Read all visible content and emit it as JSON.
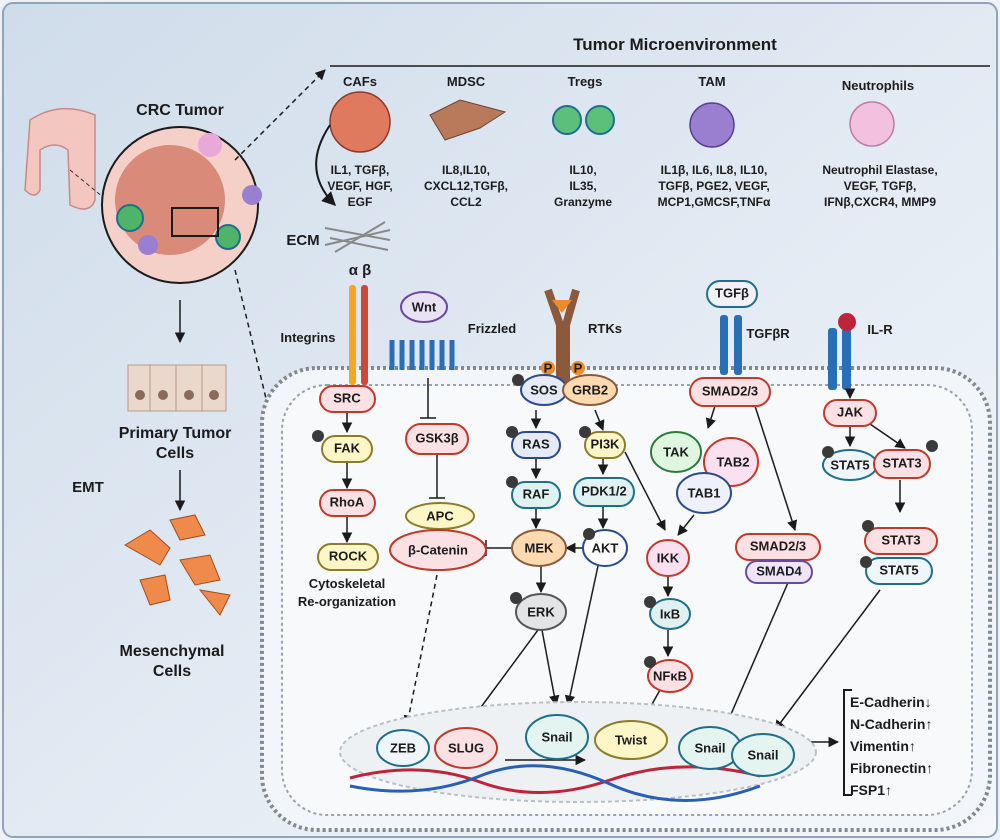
{
  "title": "Tumor Microenvironment",
  "tumor": {
    "label": "CRC Tumor",
    "primary_line1": "Primary Tumor",
    "primary_line2": "Cells",
    "emt": "EMT",
    "mes_line1": "Mesenchymal",
    "mes_line2": "Cells"
  },
  "microenv": [
    {
      "name": "CAFs",
      "lines": [
        "IL1, TGFβ,",
        "VEGF, HGF,",
        "EGF"
      ]
    },
    {
      "name": "MDSC",
      "lines": [
        "IL8,IL10,",
        "CXCL12,TGFβ,",
        "CCL2"
      ]
    },
    {
      "name": "Tregs",
      "lines": [
        "IL10,",
        "IL35,",
        "Granzyme"
      ]
    },
    {
      "name": "TAM",
      "lines": [
        "IL1β, IL6, IL8, IL10,",
        "TGFβ, PGE2, VEGF,",
        "MCP1,GMCSF,TNFα"
      ]
    },
    {
      "name": "Neutrophils",
      "lines": [
        "Neutrophil Elastase,",
        "VEGF, TGFβ,",
        "IFNβ,CXCR4, MMP9"
      ]
    }
  ],
  "ecm": "ECM",
  "receptors": {
    "alpha_beta": "α β",
    "integrins": "Integrins",
    "wnt": "Wnt",
    "frizzled": "Frizzled",
    "rtks": "RTKs",
    "tgfb": "TGFβ",
    "tgfbr": "TGFβR",
    "ilr": "IL-R",
    "p": "P"
  },
  "nodes": {
    "src": "SRC",
    "fak": "FAK",
    "rhoa": "RhoA",
    "rock": "ROCK",
    "gsk3b": "GSK3β",
    "apc": "APC",
    "bcat": "β-Catenin",
    "sos": "SOS",
    "grb2": "GRB2",
    "ras": "RAS",
    "raf": "RAF",
    "mek": "MEK",
    "erk": "ERK",
    "pi3k": "PI3K",
    "pdk": "PDK1/2",
    "akt": "AKT",
    "smad23": "SMAD2/3",
    "tak": "TAK",
    "tab2": "TAB2",
    "tab1": "TAB1",
    "ikk": "IKK",
    "ikb": "IκB",
    "nfkb": "NFκB",
    "smad23b": "SMAD2/3",
    "smad4": "SMAD4",
    "jak": "JAK",
    "stat5": "STAT5",
    "stat3": "STAT3",
    "stat3b": "STAT3",
    "stat5b": "STAT5"
  },
  "cyto_line1": "Cytoskeletal",
  "cyto_line2": "Re-organization",
  "tfs": {
    "zeb": "ZEB",
    "slug": "SLUG",
    "snail1": "Snail",
    "twist": "Twist",
    "snail2": "Snail",
    "snail3": "Snail"
  },
  "markers": [
    "E-Cadherin↓",
    "N-Cadherin↑",
    "Vimentin↑",
    "Fibronectin↑",
    "FSP1↑"
  ],
  "colors": {
    "red_border": "#c0392b",
    "pink_fill": "#fbe1e3",
    "teal_border": "#1f6f8b",
    "yellow_fill": "#fff6c8",
    "orange_fill": "#ffd9b0"
  }
}
